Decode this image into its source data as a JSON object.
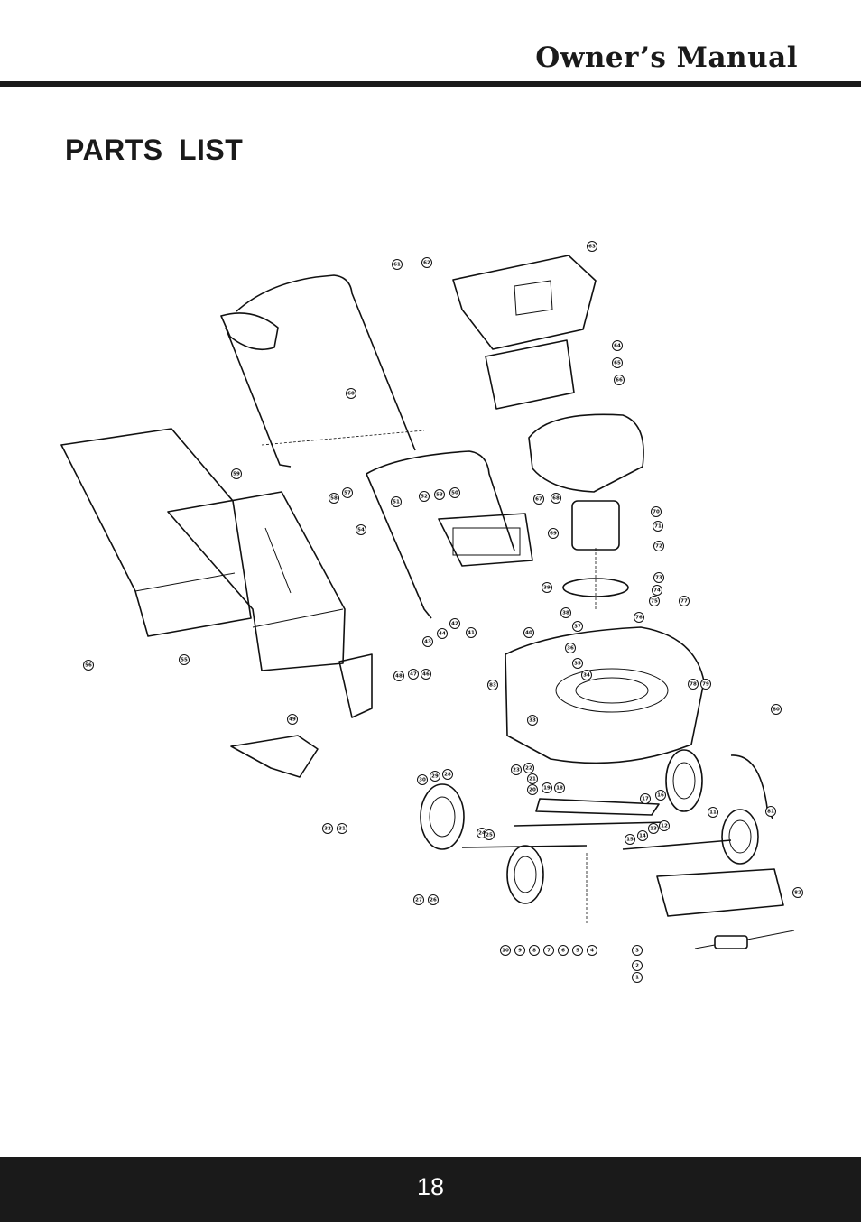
{
  "header": {
    "title": "Owner’s Manual"
  },
  "section": {
    "title": "PARTS  LIST"
  },
  "diagram": {
    "callouts": [
      "1",
      "2",
      "3",
      "4",
      "5",
      "6",
      "7",
      "8",
      "9",
      "10",
      "11",
      "12",
      "13",
      "14",
      "15",
      "16",
      "17",
      "18",
      "19",
      "20",
      "21",
      "22",
      "23",
      "24",
      "25",
      "26",
      "27",
      "28",
      "29",
      "30",
      "31",
      "32",
      "33",
      "34",
      "35",
      "36",
      "37",
      "38",
      "39",
      "40",
      "41",
      "42",
      "43",
      "44",
      "45",
      "46",
      "47",
      "48",
      "49",
      "50",
      "51",
      "52",
      "53",
      "54",
      "55",
      "56",
      "57",
      "58",
      "59",
      "60",
      "61",
      "62",
      "63",
      "64",
      "65",
      "66",
      "67",
      "68",
      "69",
      "70",
      "71",
      "72",
      "73",
      "74",
      "75",
      "76",
      "77",
      "78",
      "79",
      "80",
      "81",
      "82",
      "83"
    ]
  },
  "footer": {
    "page_number": "18"
  }
}
